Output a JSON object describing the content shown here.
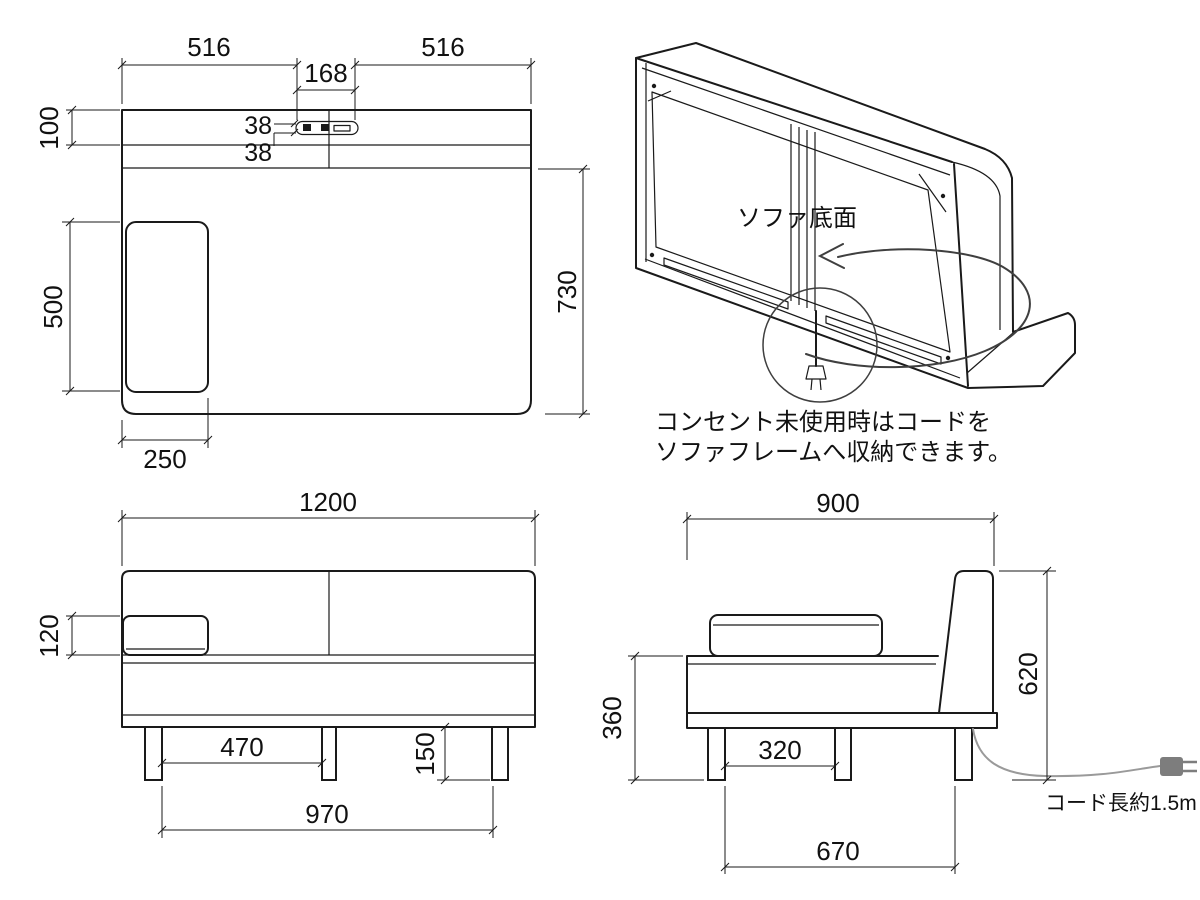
{
  "colors": {
    "line": "#1a1a1a",
    "cord": "#9a9a9a",
    "plug": "#7d7d7d",
    "background": "#ffffff"
  },
  "top_view": {
    "dim_left_width": "516",
    "dim_outlet_width": "168",
    "dim_right_width": "516",
    "dim_back_depth": "100",
    "dim_outlet_offset_top": "38",
    "dim_outlet_offset_bottom": "38",
    "dim_cushion_length": "500",
    "dim_seat_depth": "730",
    "dim_cushion_width": "250"
  },
  "iso_view": {
    "label": "ソファ底面",
    "caption_line1": "コンセント未使用時はコードを",
    "caption_line2": "ソファフレームへ収納できます。"
  },
  "front_view": {
    "dim_total_width": "1200",
    "dim_armrest_height": "120",
    "dim_leg_gap": "470",
    "dim_leg_height": "150",
    "dim_leg_span": "970"
  },
  "side_view": {
    "dim_total_depth": "900",
    "dim_seat_height": "360",
    "dim_leg_gap": "320",
    "dim_leg_span": "670",
    "dim_back_height": "620",
    "cord_note": "コード長約1.5m"
  }
}
